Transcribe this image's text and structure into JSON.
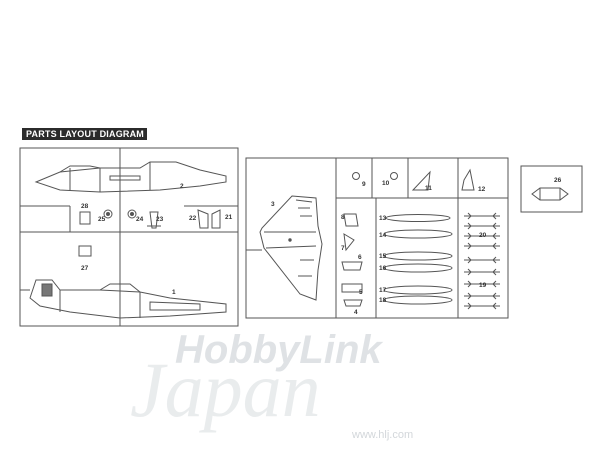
{
  "diagram": {
    "title": "PARTS LAYOUT DIAGRAM",
    "part_numbers": [
      "1",
      "2",
      "3",
      "4",
      "5",
      "6",
      "7",
      "8",
      "9",
      "10",
      "11",
      "12",
      "13",
      "14",
      "15",
      "16",
      "17",
      "18",
      "19",
      "20",
      "21",
      "22",
      "23",
      "24",
      "25",
      "26",
      "27",
      "28"
    ]
  },
  "watermark": {
    "line1": "HobbyLink",
    "line2": "Japan",
    "url": "www.hlj.com"
  }
}
